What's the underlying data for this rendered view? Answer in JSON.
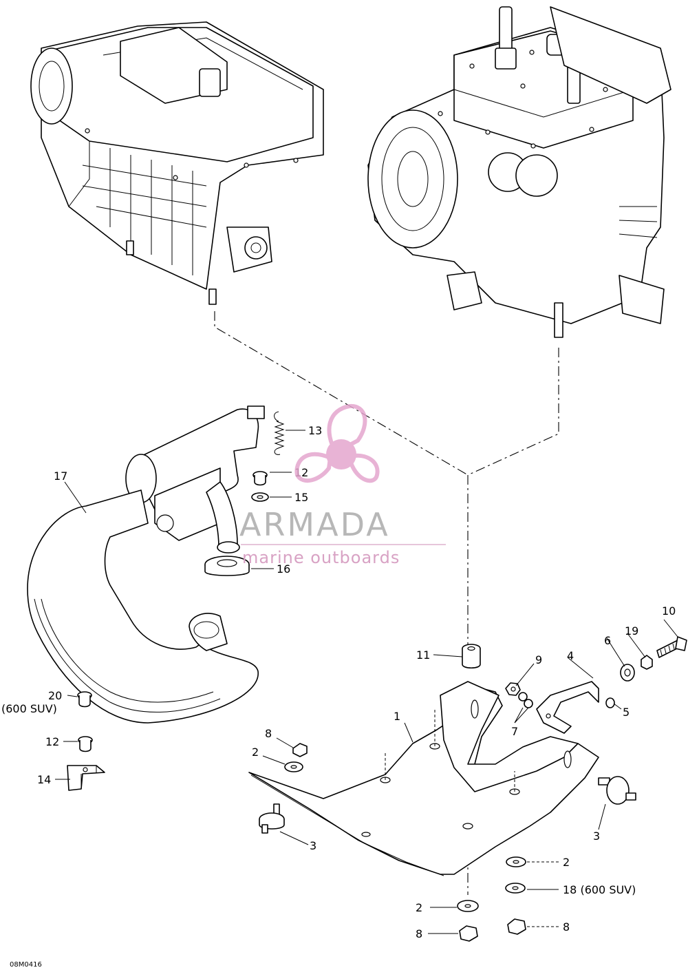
{
  "watermark": {
    "brand": "ARMADA",
    "tagline": "marine outboards",
    "brand_color": "#b7b7b7",
    "accent_color": "#e4a6ce",
    "icon": "propeller-icon"
  },
  "drawing_code": "08M0416",
  "callouts": {
    "c1": "1",
    "c2a": "2",
    "c2b": "2",
    "c2c": "2",
    "c3a": "3",
    "c3b": "3",
    "c4": "4",
    "c5": "5",
    "c6": "6",
    "c7": "7",
    "c8a": "8",
    "c8b": "8",
    "c8c": "8",
    "c9": "9",
    "c10": "10",
    "c11": "11",
    "c12a": "12",
    "c12b": "12",
    "c13": "13",
    "c14": "14",
    "c15": "15",
    "c16": "16",
    "c17": "17",
    "c18": "18 (600 SUV)",
    "c19": "19",
    "c20": "20",
    "c20note": "(600 SUV)"
  }
}
